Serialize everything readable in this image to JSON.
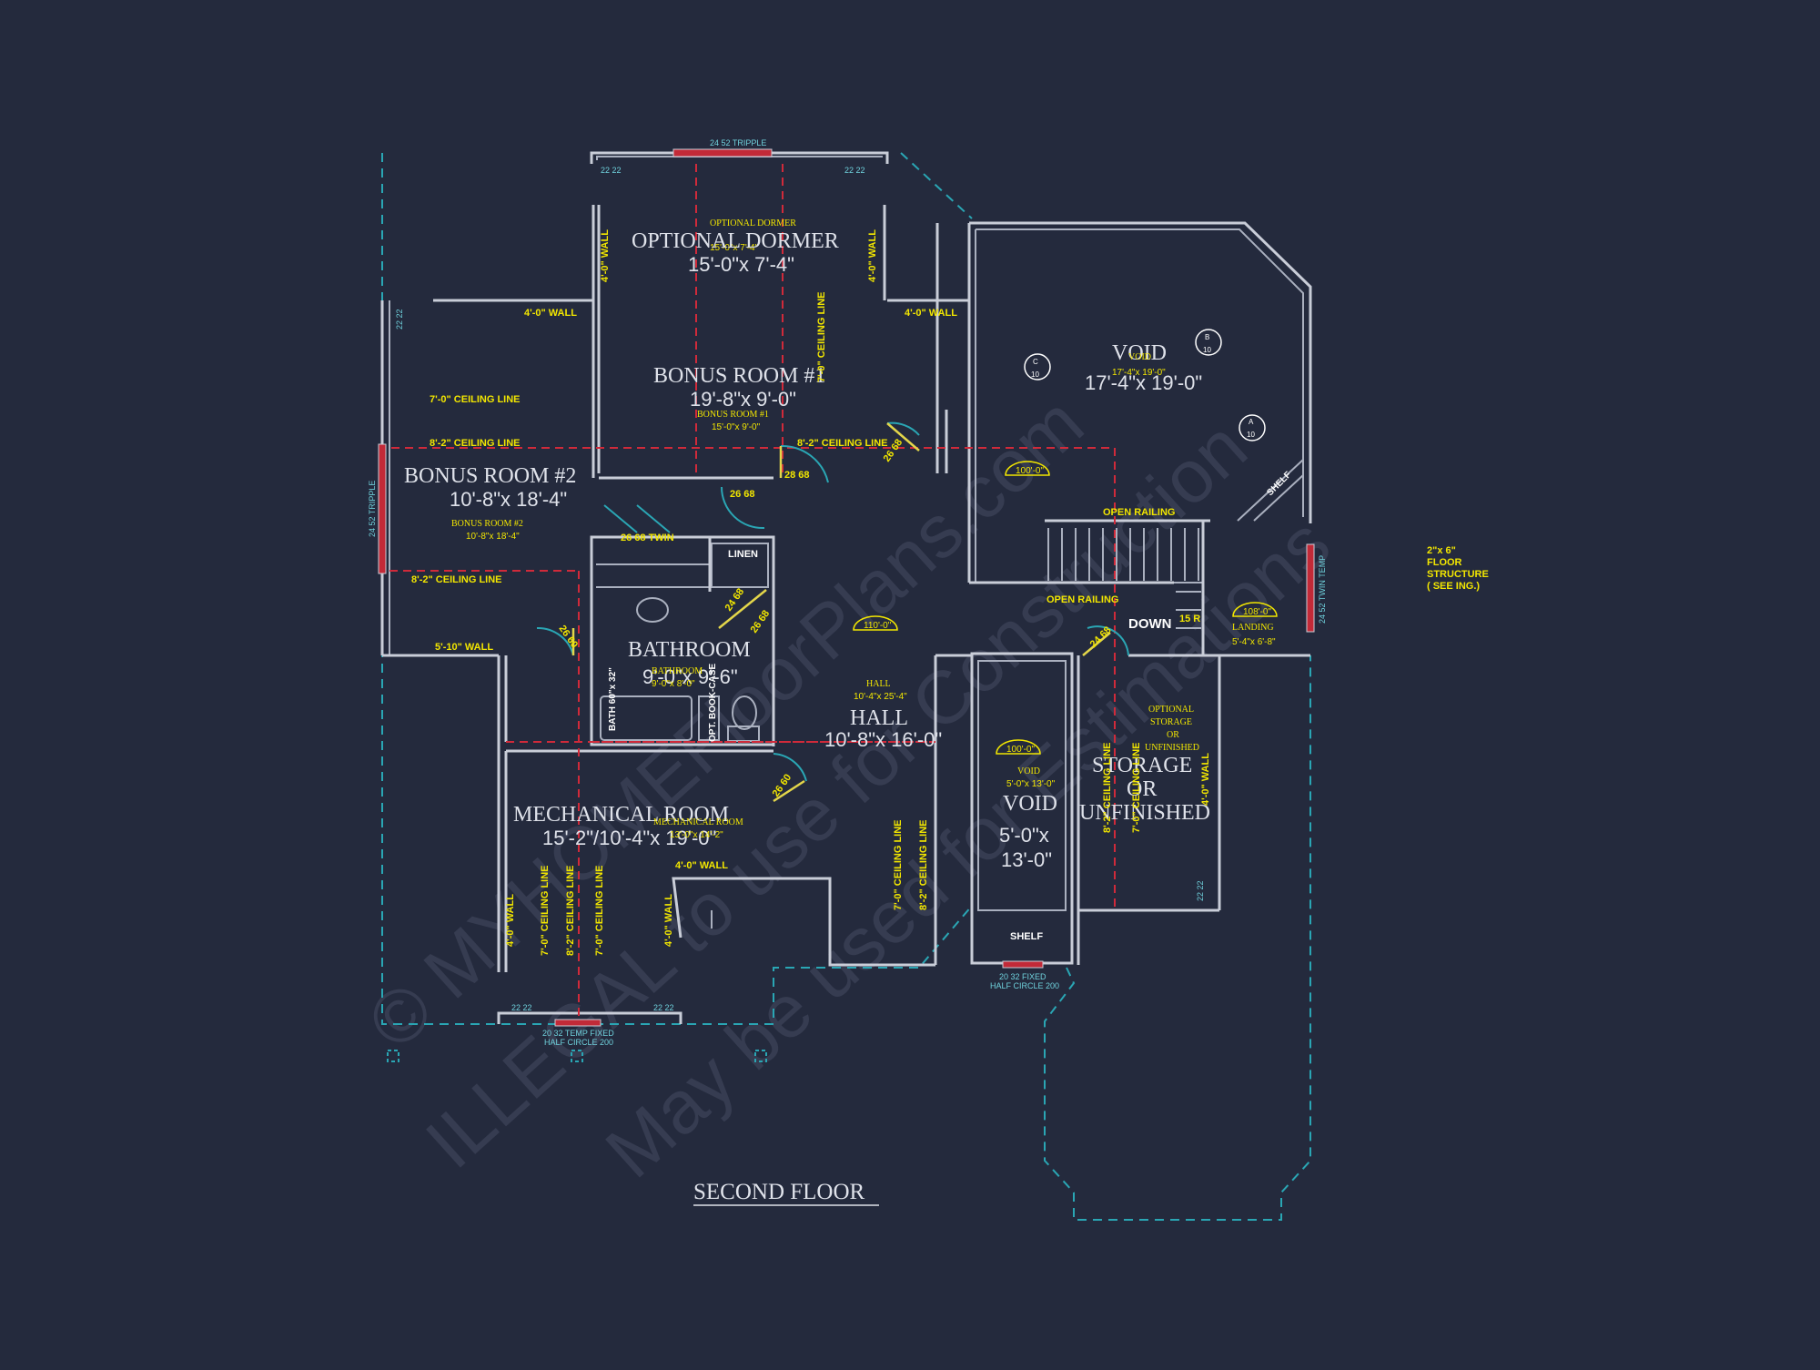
{
  "drawing_title": "SECOND FLOOR",
  "watermark": {
    "line1": "© MYHOMEFloorPlans.com",
    "line2": "ILLEGAL to use for Construction",
    "line3": "May be used for Estimations"
  },
  "rooms": {
    "optional_dormer": {
      "title": "OPTIONAL DORMER",
      "dim": "15'-0\"x 7'-4\"",
      "tag_title": "OPTIONAL DORMER",
      "tag_dim": "15'-0\"x 7'-4\""
    },
    "bonus1": {
      "title": "BONUS ROOM #1",
      "dim": "19'-8\"x 9'-0\"",
      "tag_title": "BONUS ROOM #1",
      "tag_dim": "15'-0\"x 9'-0\""
    },
    "bonus2": {
      "title": "BONUS ROOM #2",
      "dim": "10'-8\"x 18'-4\"",
      "tag_title": "BONUS ROOM #2",
      "tag_dim": "10'-8\"x 18'-4\""
    },
    "void_main": {
      "title": "VOID",
      "dim": "17'-4\"x 19'-0\"",
      "tag_title": "VOID",
      "tag_dim": "17'-4\"x 19'-0\""
    },
    "bathroom": {
      "title": "BATHROOM",
      "dim": "9'-0\"x 9'-6\"",
      "tag_title": "BATHROOM",
      "tag_dim": "9'-0\"x 8'-0\""
    },
    "hall": {
      "title": "HALL",
      "dim": "10'-8\"x 16'-0\"",
      "tag_title": "HALL",
      "tag_dim": "10'-4\"x 25'-4\""
    },
    "mechanical": {
      "title": "MECHANICAL ROOM",
      "dim": "15'-2\"/10'-4\"x 19'-0\"",
      "tag_title": "MECHANICAL ROOM",
      "tag_dim": "13'-0\"x 14'-2\""
    },
    "void_small": {
      "title": "VOID",
      "dim1": "5'-0\"x",
      "dim2": "13'-0\"",
      "tag_title": "VOID",
      "tag_dim": "5'-0\"x 13'-0\""
    },
    "storage": {
      "line1": "STORAGE",
      "line2": "OR",
      "line3": "UNFINISHED",
      "tag1": "OPTIONAL",
      "tag2": "STORAGE",
      "tag3": "OR",
      "tag4": "UNFINISHED"
    },
    "landing": {
      "title": "LANDING",
      "dim": "5'-4\"x 6'-8\""
    }
  },
  "notes": {
    "wall_4ft": "4'-0\" WALL",
    "wall_5_10": "5'-10\" WALL",
    "ceil_7": "7'-0\" CEILING LINE",
    "ceil_8_2": "8'-2\" CEILING LINE",
    "open_railing": "OPEN RAILING",
    "down": "DOWN",
    "stair_count": "15 R",
    "linen": "LINEN",
    "shelf": "SHELF",
    "bath_tub": "BATH 60\"x 32\"",
    "bookcase": "OPT. BOOK-CASE",
    "floor_structure_1": "2\"x 6\"",
    "floor_structure_2": "FLOOR",
    "floor_structure_3": "STRUCTURE",
    "floor_structure_4": "( SEE ING.)"
  },
  "window_tags": {
    "top": "24 52 TRIPPLE",
    "left": "24 52 TRIPPLE",
    "right": "24 52 TWIN TEMP",
    "bottom_left_1": "20 32 TEMP FIXED",
    "bottom_left_2": "HALF CIRCLE 200",
    "bottom_mid_1": "20 32 FIXED",
    "bottom_mid_2": "HALF CIRCLE 200",
    "small": "22 22"
  },
  "door_tags": {
    "d2668": "26 68",
    "d2868": "28 68",
    "d2660": "26 60",
    "twin": "26 68 TWIN",
    "d2468": "24 68"
  },
  "arch_tags": {
    "a100": "100'-0\"",
    "a110": "110'-0\"",
    "a108": "108'-0\""
  },
  "section_markers": {
    "c": {
      "letter": "C",
      "num": "10"
    },
    "b": {
      "letter": "B",
      "num": "10"
    },
    "a": {
      "letter": "A",
      "num": "10"
    }
  },
  "colors": {
    "background": "#242a3d",
    "walls": "#c9cdd8",
    "annotation": "#f2e600",
    "dashed_outline": "#2aa6b4",
    "ceiling_line": "#d02a3a"
  }
}
